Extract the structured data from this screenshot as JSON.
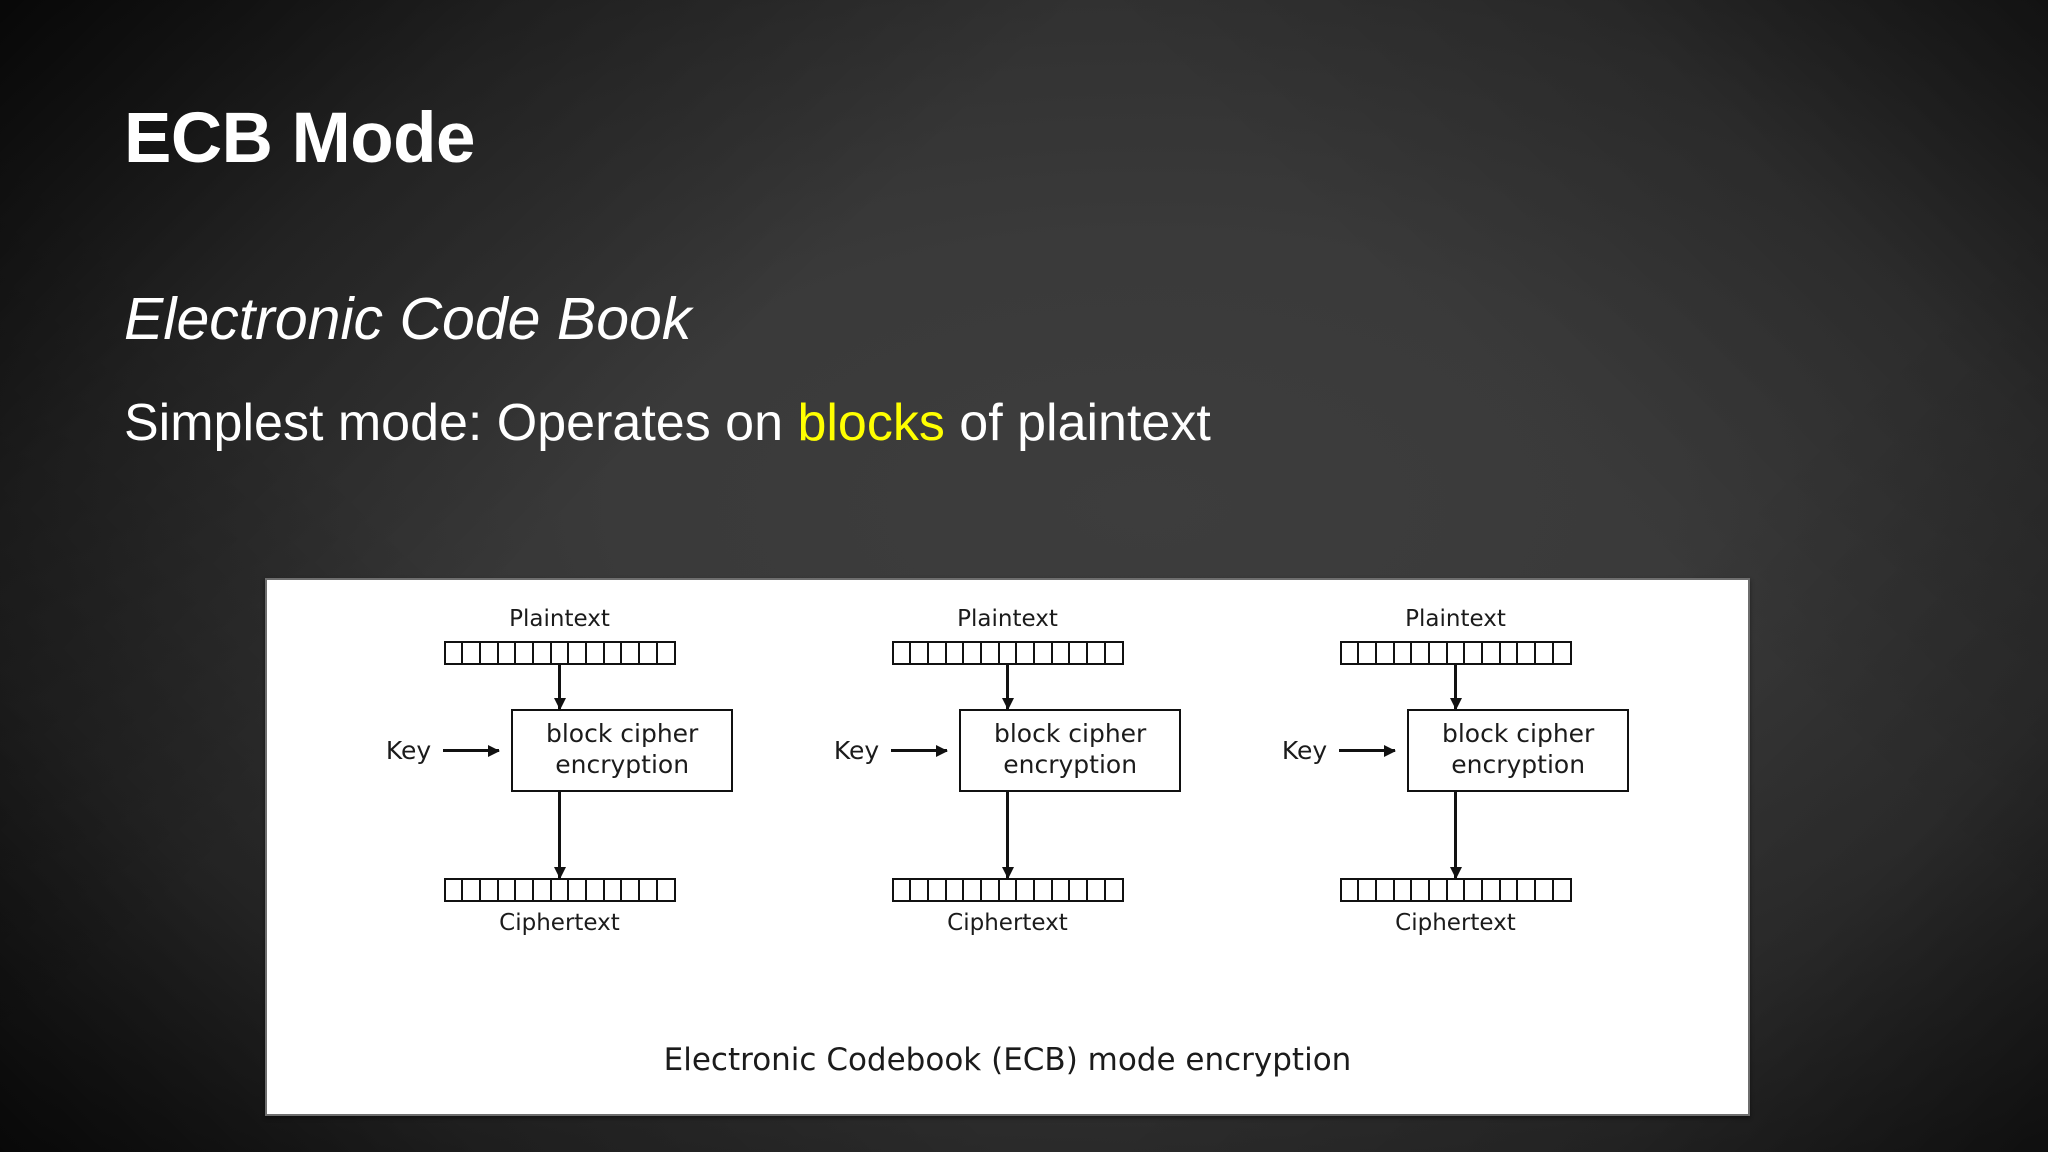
{
  "slide": {
    "title": "ECB Mode",
    "subtitle": "Electronic Code Book",
    "bullet": {
      "prefix": "Simplest mode: Operates on ",
      "highlight": "blocks",
      "suffix": " of plaintext",
      "highlight_color": "#ffff00"
    },
    "background": {
      "center_color": "#3a3a3a",
      "edge_color": "#050505"
    },
    "text_color": "#ffffff"
  },
  "diagram": {
    "caption": "Electronic Codebook (ECB) mode encryption",
    "frame_background": "#ffffff",
    "frame_border_color": "#6e6e6e",
    "ink_color": "#111111",
    "cells_per_bar": 13,
    "columns": [
      {
        "plaintext_label": "Plaintext",
        "key_label": "Key",
        "cipher_line1": "block cipher",
        "cipher_line2": "encryption",
        "ciphertext_label": "Ciphertext"
      },
      {
        "plaintext_label": "Plaintext",
        "key_label": "Key",
        "cipher_line1": "block cipher",
        "cipher_line2": "encryption",
        "ciphertext_label": "Ciphertext"
      },
      {
        "plaintext_label": "Plaintext",
        "key_label": "Key",
        "cipher_line1": "block cipher",
        "cipher_line2": "encryption",
        "ciphertext_label": "Ciphertext"
      }
    ]
  }
}
